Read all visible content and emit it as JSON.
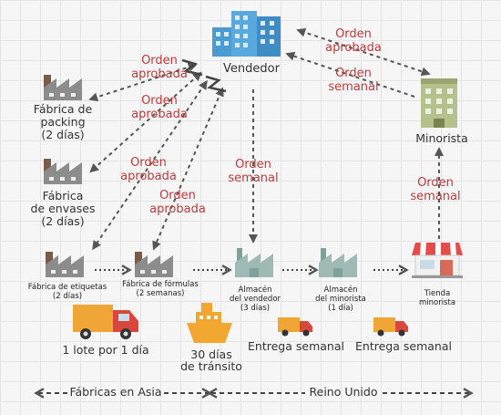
{
  "labels": {
    "vendedor": "Vendedor",
    "minorista": "Minorista",
    "packing": [
      "Fábrica de",
      "packing",
      "(2 días)"
    ],
    "envases": [
      "Fábrica",
      "de envases",
      "(2 días)"
    ],
    "etiquetas": [
      "Fábrica de etiquetas",
      "(2 días)"
    ],
    "formulas": [
      "Fábrica de fórmulas",
      "(2 semanas)"
    ],
    "alm_vendedor": [
      "Almacén",
      "del vendedor",
      "(3 días)"
    ],
    "alm_minorista": [
      "Almacén",
      "del minorista",
      "(1 día)"
    ],
    "tienda": [
      "Tienda",
      "minorista"
    ]
  },
  "orders": {
    "o1": [
      "Orden",
      "aprobada"
    ],
    "o2": [
      "Orden",
      "aprobada"
    ],
    "o3": [
      "Orden",
      "aprobada"
    ],
    "o4": [
      "Orden",
      "aprobada"
    ],
    "o5": [
      "Orden",
      "semanal"
    ],
    "o6": [
      "Orden",
      "aprobada"
    ],
    "o7": [
      "Orden",
      "semanal"
    ],
    "o8": [
      "Orden",
      "semanal"
    ]
  },
  "transport": {
    "truck1": "1 lote por 1 día",
    "ship": [
      "30 días",
      "de tránsito"
    ],
    "truck2": "Entrega semanal",
    "truck3": "Entrega semanal"
  },
  "regions": {
    "asia": "Fábricas en Asia",
    "uk": "Reino Unido"
  },
  "colors": {
    "order_text": "#c0393b",
    "factory": "#8c8c8c",
    "factory_roof": "#7a5a48",
    "warehouse": "#9fb9b5",
    "building_blue": "#4a9bd1",
    "building_green": "#b5c08c",
    "truck_orange": "#f0a637",
    "truck_red": "#d9473c",
    "ship_orange": "#f2a830",
    "store_red": "#e54d4d"
  }
}
